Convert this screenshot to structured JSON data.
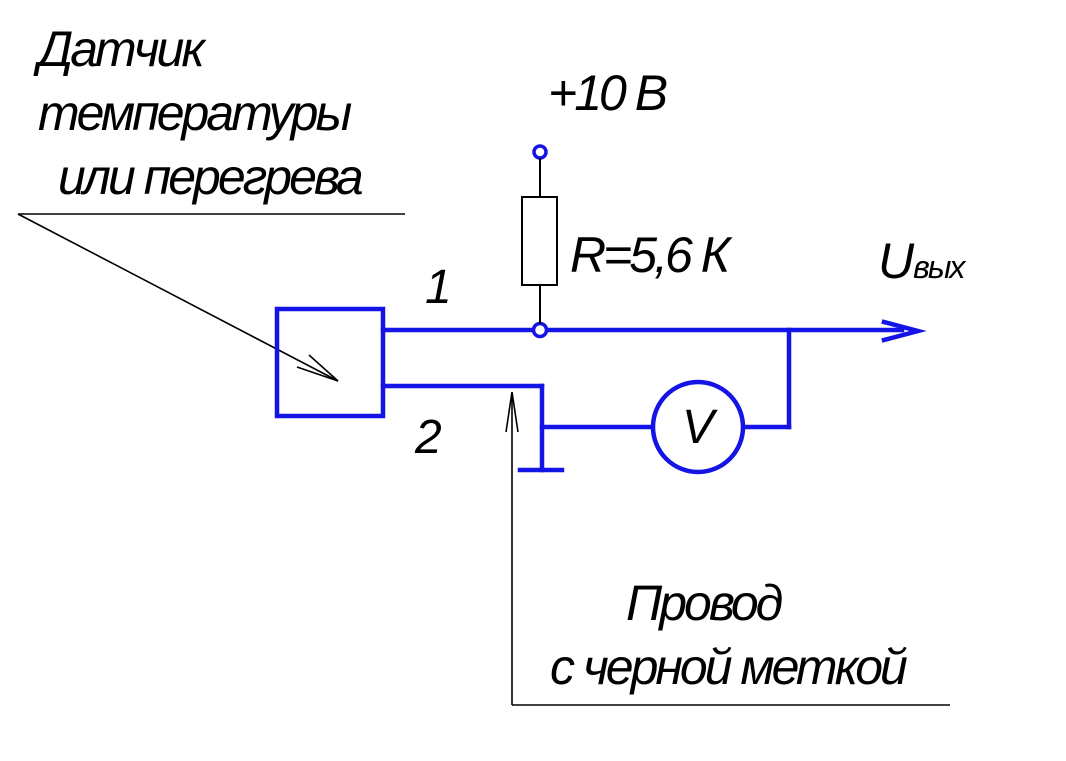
{
  "colors": {
    "wire": "#1414e6",
    "leader": "#000000",
    "background": "#ffffff"
  },
  "labels": {
    "sensor_line1": "Датчик",
    "sensor_line2": "температуры",
    "sensor_line3": "или перегрева",
    "supply": "+10 В",
    "resistor": "R=5,6 К",
    "output_main": "U",
    "output_sub": "вых",
    "wire1": "1",
    "wire2": "2",
    "meter": "V",
    "marked_wire_line1": "Провод",
    "marked_wire_line2": "с черной меткой"
  }
}
